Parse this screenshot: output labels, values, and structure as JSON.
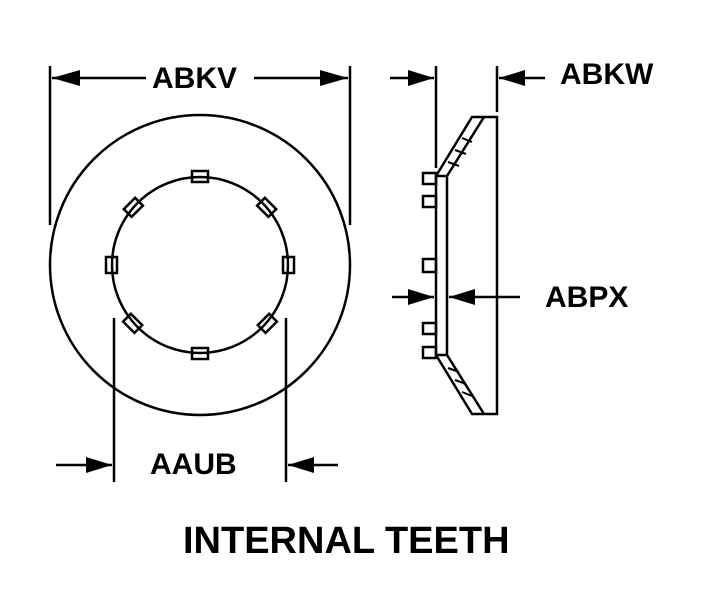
{
  "labels": {
    "outer_diameter": "ABKV",
    "thickness": "ABKW",
    "inner_diameter": "AAUB",
    "web_thickness": "ABPX"
  },
  "caption": "INTERNAL TEETH"
}
